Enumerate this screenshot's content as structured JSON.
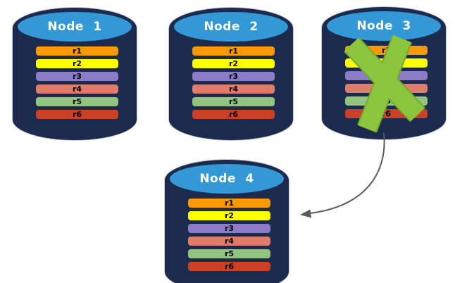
{
  "nodes": [
    {
      "label": "Node 1",
      "status": "up",
      "rows": [
        "r1",
        "r2",
        "r3",
        "r4",
        "r5",
        "r6"
      ]
    },
    {
      "label": "Node 2",
      "status": "up",
      "rows": [
        "r1",
        "r2",
        "r3",
        "r4",
        "r5",
        "r6"
      ]
    },
    {
      "label": "Node 3",
      "status": "failed",
      "rows": [
        "r1",
        "r2",
        "r3",
        "r4",
        "r5",
        "r6"
      ]
    },
    {
      "label": "Node 4",
      "status": "up",
      "rows": [
        "r1",
        "r2",
        "r3",
        "r4",
        "r5",
        "r6"
      ]
    }
  ],
  "colors": {
    "row_colors": [
      "#FB9900",
      "#FFFF00",
      "#8A7CC8",
      "#DD7E6B",
      "#93C47D",
      "#CC4125"
    ],
    "cylinder_body": "#1C2B4D",
    "cylinder_top": "#3399D6",
    "title_text": "#FFFFFF",
    "row_text": "#000000",
    "failure_x": "#8CC63F",
    "failure_x_edge": "#74AC2E",
    "arrow": "#595959"
  }
}
